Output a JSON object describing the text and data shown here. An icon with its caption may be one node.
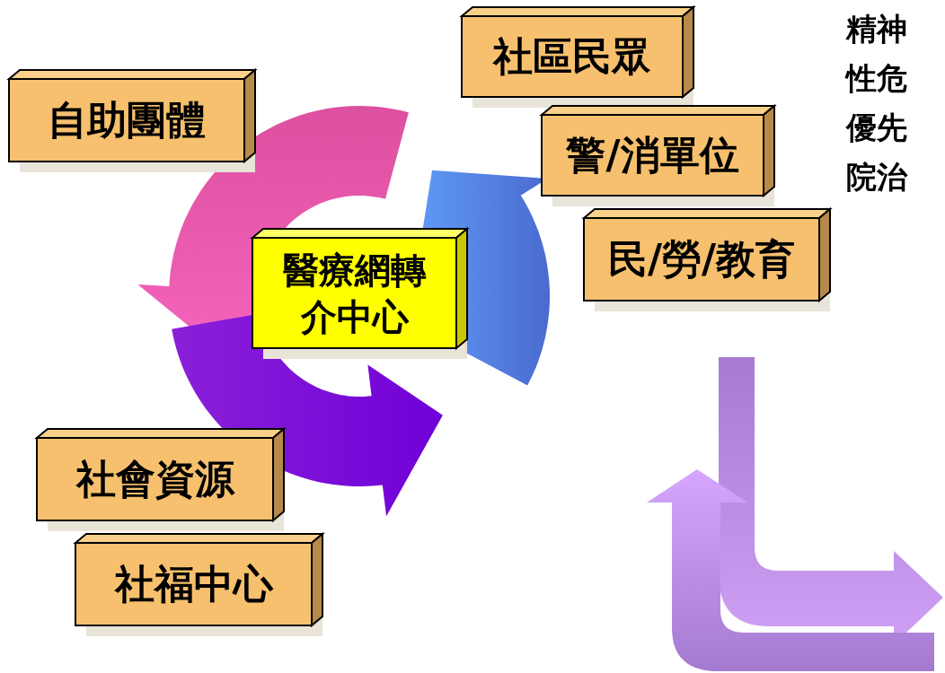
{
  "diagram": {
    "nodes": [
      {
        "text": [
          "自助團體"
        ]
      },
      {
        "text": [
          "社區民眾"
        ]
      },
      {
        "text": [
          "警/消單位"
        ]
      },
      {
        "text": [
          "民/勞/教育"
        ]
      },
      {
        "text": [
          "醫療網轉介中心"
        ]
      },
      {
        "text": [
          "社會資源"
        ]
      },
      {
        "text": [
          "社福中心"
        ]
      }
    ],
    "labels": [
      "精神",
      "性危",
      "優先",
      "院治"
    ]
  }
}
